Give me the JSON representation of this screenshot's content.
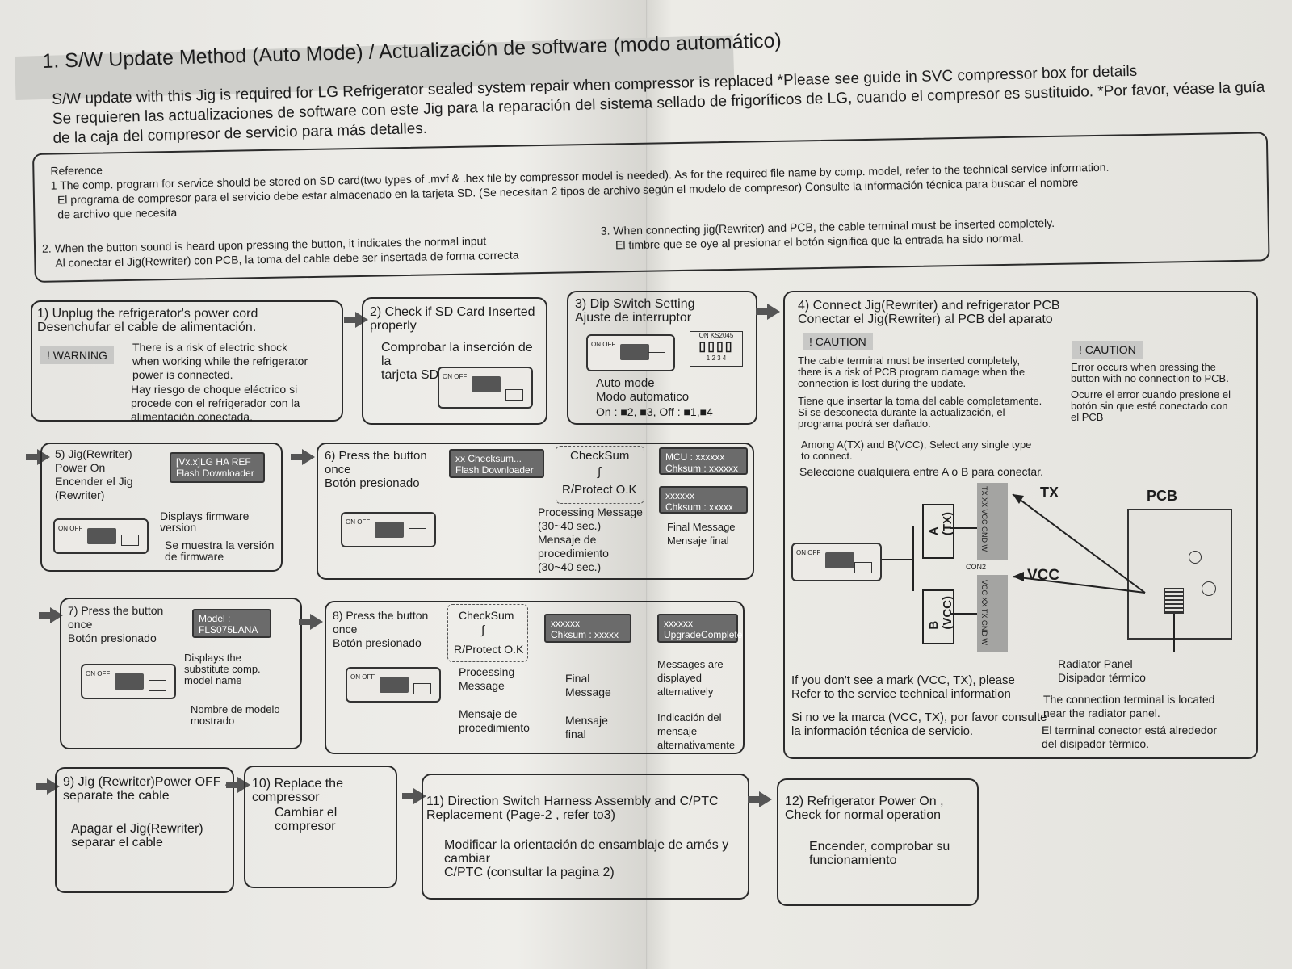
{
  "title": "1. S/W Update  Method (Auto Mode) / Actualización de software (modo automático)",
  "intro": {
    "l1": "S/W update with this Jig is required for LG Refrigerator sealed system repair when compressor is replaced   *Please see guide in SVC compressor box for details",
    "l2": "Se requieren las actualizaciones de software con este Jig para la reparación del sistema sellado de frigoríficos de LG, cuando el compresor es sustituido. *Por favor, véase la guía",
    "l3": "de la caja del compresor de servicio para más detalles."
  },
  "reference": {
    "label": "Reference",
    "r1a": "1 The comp. program for service should be stored on SD card(two types of .mvf & .hex file by compressor model is needed). As for the required file name by comp. model, refer to the technical service information.",
    "r1b": "El programa de compresor para el servicio debe estar almacenado en la tarjeta SD. (Se necesitan 2 tipos de archivo según el modelo de compresor) Consulte la información técnica para buscar el nombre",
    "r1c": "de archivo que necesita",
    "r2a": "2. When the button sound is heard upon pressing the button, it indicates the normal input",
    "r2b": "Al conectar el Jig(Rewriter) con PCB, la toma del cable debe ser insertada de forma correcta",
    "r3a": "3. When connecting jig(Rewriter) and PCB, the cable terminal must be inserted completely.",
    "r3b": "El timbre que se oye al presionar el botón significa que la entrada ha sido normal."
  },
  "s1": {
    "head": "1) Unplug the refrigerator's power cord\n     Desenchufar el cable de alimentación.",
    "badge": "!  WARNING",
    "en": "There is a risk of electric shock\nwhen working while the refrigerator\npower is connected.",
    "es": "Hay riesgo de choque eléctrico si\nprocede con el refrigerador con la\nalimentación conectada."
  },
  "s2": {
    "head": "2) Check if SD Card Inserted\n    properly",
    "es": "Comprobar la inserción de la\ntarjeta SD"
  },
  "s3": {
    "head": "3) Dip Switch Setting\n    Ajuste de interruptor",
    "dip": "ON  KS2045",
    "dipnums": "1  2  3  4",
    "mode": "Auto mode\nModo automatico",
    "setting": "On : ■2, ■3,  Off : ■1,■4"
  },
  "s4": {
    "head": "4) Connect Jig(Rewriter) and refrigerator PCB\n    Conectar el Jig(Rewriter) al PCB del aparato",
    "caution1": "!  CAUTION",
    "c1en": "The cable terminal must be inserted completely,\nthere is a risk of PCB program damage when the\nconnection is lost during the update.",
    "c1es": "Tiene que insertar la toma del cable completamente.\nSi se desconecta durante la actualización, el\nprograma podrá ser dañado.",
    "caution2": "!  CAUTION",
    "c2en": "Error occurs when pressing the\nbutton with no connection to PCB.",
    "c2es": "Ocurre el error cuando presione el\nbotón sin que esté conectado con\nel PCB",
    "among": "Among A(TX) and  B(VCC), Select any single type\nto connect.",
    "selec": "Seleccione cualquiera entre A o B para conectar.",
    "tx": "TX",
    "pcb": "PCB",
    "vcc": "VCC",
    "a": "A\n(TX)",
    "bb": "B\n(VCC)",
    "con2": "CON2",
    "pins1": "TX XX VCC GND W",
    "pins2": "VCC XX TX GND W",
    "rad": "Radiator Panel\nDisipador térmico",
    "nomark": "If you don't see a mark (VCC, TX), please\nRefer to the service technical information",
    "nomark_es": "Si no ve la marca (VCC, TX), por favor consulte\nla información técnica de servicio.",
    "term": "The connection terminal is located\nnear  the radiator panel.",
    "term_es": "El terminal conector está alrededor\ndel disipador térmico."
  },
  "s5": {
    "head": "5) Jig(Rewriter)\n    Power On\n    Encender el Jig\n    (Rewriter)",
    "lcd": "[Vx.x]LG HA REF\nFlash Downloader",
    "en": "Displays firmware\nversion",
    "es": "Se muestra la versión\nde firmware"
  },
  "s6": {
    "head": "6) Press the button\n    once\n    Botón presionado",
    "lcd1": "xx Checksum...\nFlash Downloader",
    "checksum": "CheckSum",
    "rprotect": "R/Protect O.K",
    "lcd2": "MCU : xxxxxx\nChksum : xxxxxx",
    "lcd3": "xxxxxx\nChksum : xxxxx",
    "proc": "Processing Message\n(30~40 sec.)\nMensaje de\nprocedimiento\n(30~40 sec.)",
    "final": "Final Message\nMensaje final"
  },
  "s7": {
    "head": "7) Press the button\n    once\n    Botón presionado",
    "lcd": "Model :\nFLS075LANA",
    "en": "Displays the\nsubstitute comp.\nmodel name",
    "es": "Nombre de modelo\nmostrado"
  },
  "s8": {
    "head": "8) Press the button\n    once\n    Botón presionado",
    "checksum": "CheckSum",
    "rprotect": "R/Protect O.K",
    "lcd1": "xxxxxx\nChksum : xxxxx",
    "lcd2": "xxxxxx\nUpgradeComplete",
    "proc": "Processing\nMessage",
    "proc_es": "Mensaje de\nprocedimiento",
    "final": "Final\nMessage",
    "final_es": "Mensaje\nfinal",
    "alt": "Messages are\ndisplayed\nalternatively",
    "alt_es": "Indicación del\nmensaje\nalternativamente"
  },
  "s9": {
    "head": "9) Jig (Rewriter)Power OFF ,\n    separate the cable",
    "es": "Apagar el Jig(Rewriter)\nseparar el cable"
  },
  "s10": {
    "head": "10) Replace the compressor",
    "es": "Cambiar el compresor"
  },
  "s11": {
    "head": "11) Direction Switch Harness Assembly and C/PTC\n      Replacement  (Page-2 , refer to3)",
    "es": "Modificar la orientación de ensamblaje de arnés y cambiar\nC/PTC (consultar la pagina 2)"
  },
  "s12": {
    "head": "12)  Refrigerator Power On ,\n       Check for normal operation",
    "es": "Encender, comprobar su\nfuncionamiento"
  },
  "jig": {
    "sw": "ON\nOFF"
  }
}
